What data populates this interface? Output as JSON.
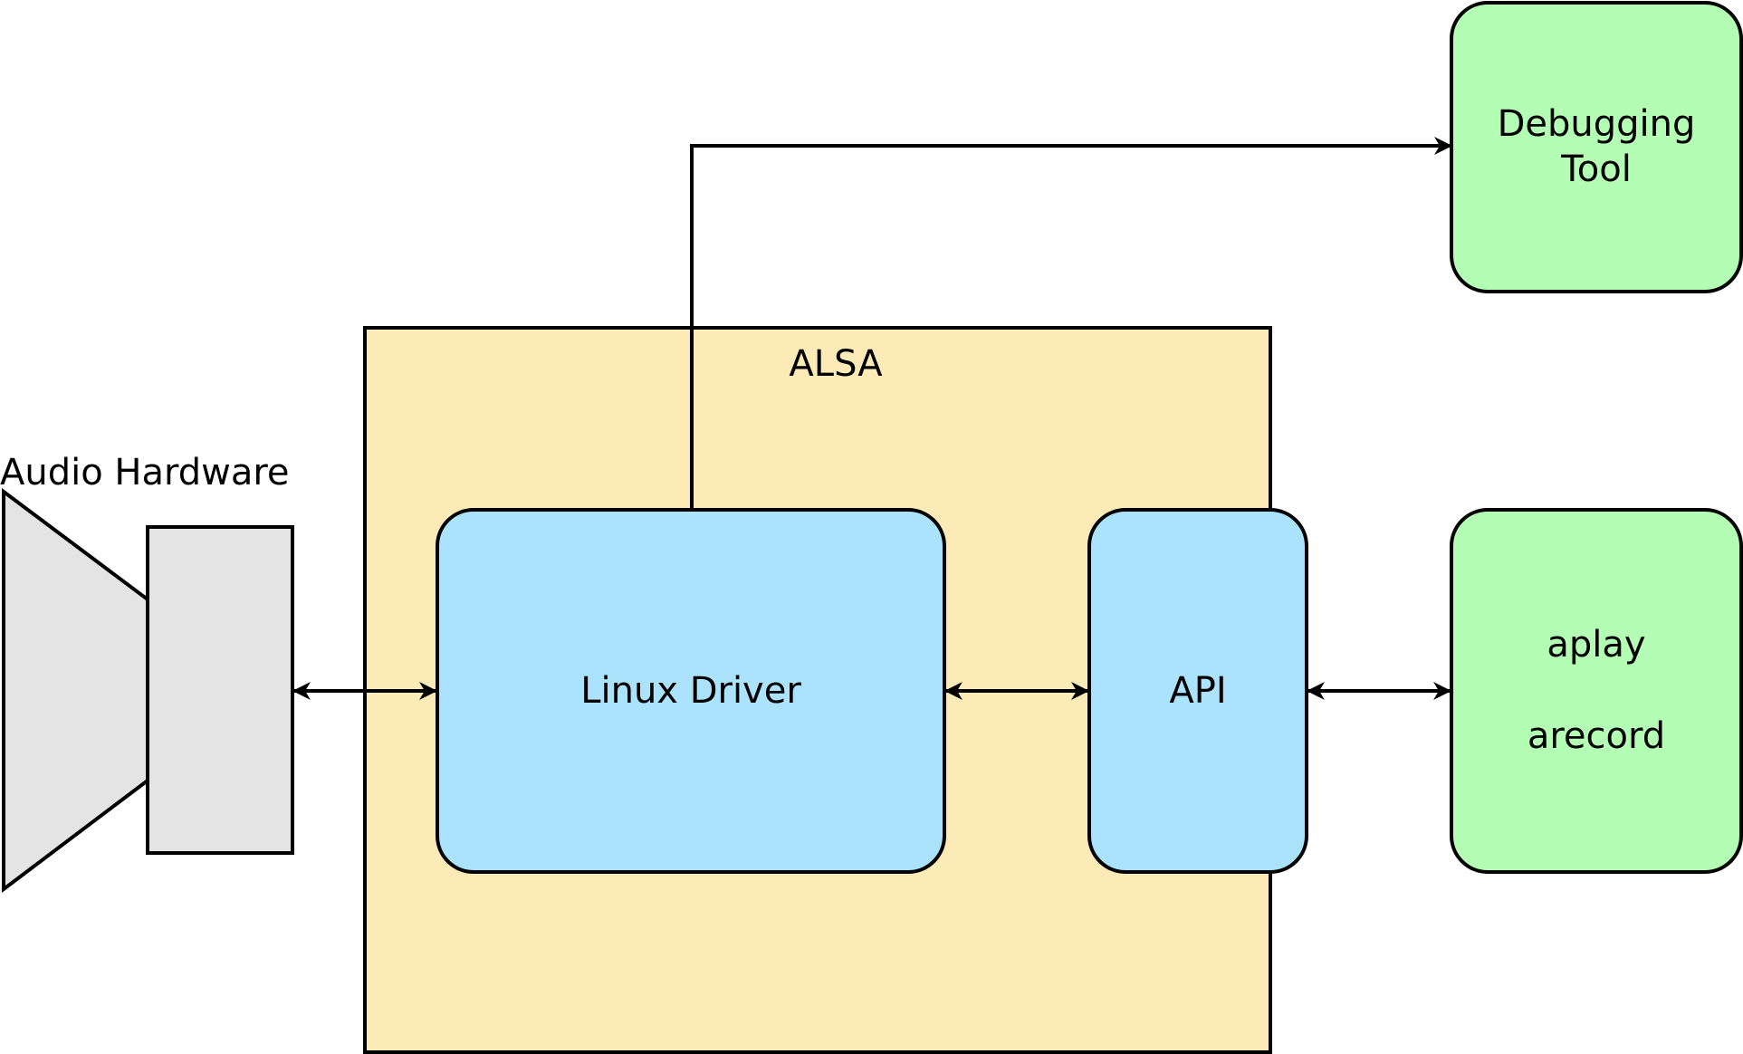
{
  "diagram": {
    "alsa": {
      "label": "ALSA"
    },
    "audio_hardware": {
      "label": "Audio Hardware"
    },
    "linux_driver": {
      "label": "Linux Driver"
    },
    "api": {
      "label": "API"
    },
    "debugging_tool": {
      "line1": "Debugging",
      "line2": "Tool"
    },
    "apps": {
      "line1": "aplay",
      "line2": "arecord"
    }
  },
  "colors": {
    "alsa_fill": "#FDEBB7",
    "blue_fill": "#ABE3FC",
    "green_fill": "#B4FDB4",
    "hardware_fill": "#E4E4E4",
    "stroke": "#000000"
  }
}
